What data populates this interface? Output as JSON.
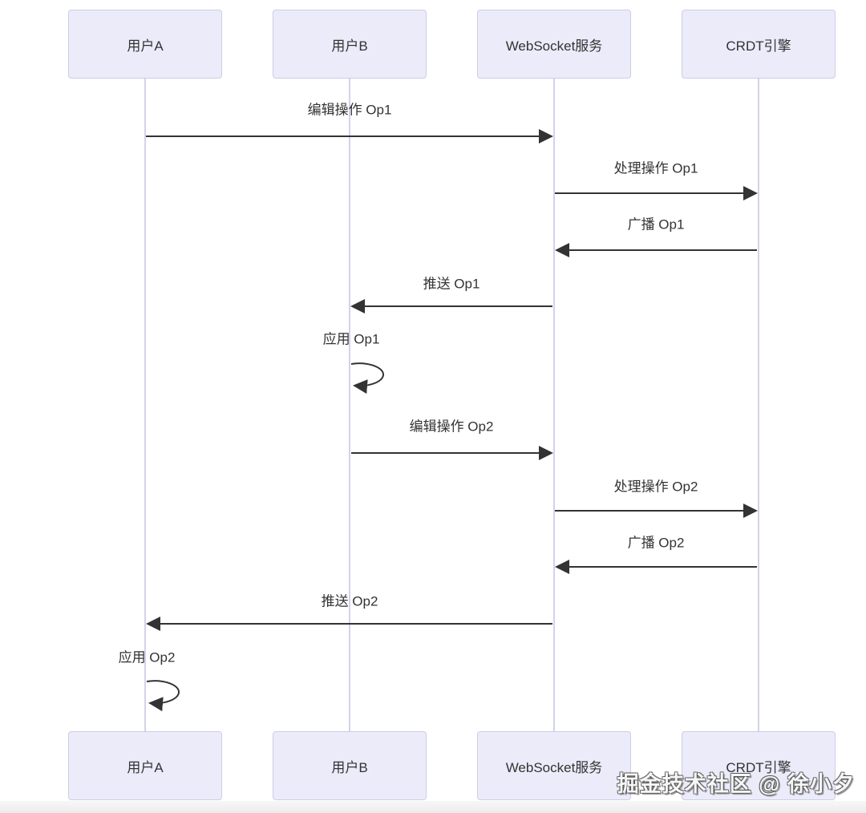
{
  "diagram": {
    "type": "sequence",
    "participants": [
      {
        "id": "user-a",
        "label": "用户A"
      },
      {
        "id": "user-b",
        "label": "用户B"
      },
      {
        "id": "websocket",
        "label": "WebSocket服务"
      },
      {
        "id": "crdt",
        "label": "CRDT引擎"
      }
    ],
    "messages": [
      {
        "label": "编辑操作 Op1",
        "from": "用户A",
        "to": "WebSocket服务",
        "self": false
      },
      {
        "label": "处理操作 Op1",
        "from": "WebSocket服务",
        "to": "CRDT引擎",
        "self": false
      },
      {
        "label": "广播 Op1",
        "from": "CRDT引擎",
        "to": "WebSocket服务",
        "self": false
      },
      {
        "label": "推送 Op1",
        "from": "WebSocket服务",
        "to": "用户B",
        "self": false
      },
      {
        "label": "应用 Op1",
        "from": "用户B",
        "to": "用户B",
        "self": true
      },
      {
        "label": "编辑操作 Op2",
        "from": "用户B",
        "to": "WebSocket服务",
        "self": false
      },
      {
        "label": "处理操作 Op2",
        "from": "WebSocket服务",
        "to": "CRDT引擎",
        "self": false
      },
      {
        "label": "广播 Op2",
        "from": "CRDT引擎",
        "to": "WebSocket服务",
        "self": false
      },
      {
        "label": "推送 Op2",
        "from": "WebSocket服务",
        "to": "用户A",
        "self": false
      },
      {
        "label": "应用 Op2",
        "from": "用户A",
        "to": "用户A",
        "self": true
      }
    ]
  },
  "watermark": "掘金技术社区 @ 徐小夕",
  "colors": {
    "actor_fill": "#EBEBFA",
    "actor_border": "#CDCDE6",
    "lifeline": "#D2D2EA",
    "arrow": "#333333",
    "text": "#333333",
    "background": "#FFFFFF",
    "bottom_band": "#ECECEC"
  }
}
